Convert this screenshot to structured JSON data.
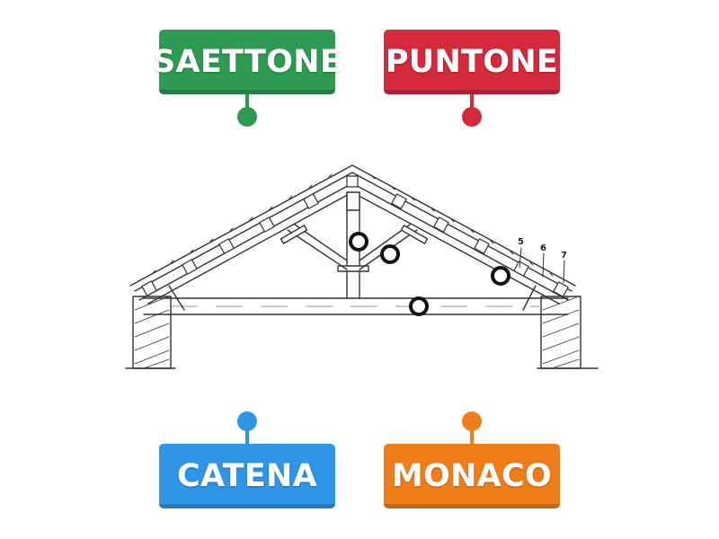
{
  "labels": {
    "saettone": {
      "text": "SAETTONE",
      "color": "#2e9a52"
    },
    "puntone": {
      "text": "PUNTONE",
      "color": "#d42a3c"
    },
    "catena": {
      "text": "CATENA",
      "color": "#2f96e6"
    },
    "monaco": {
      "text": "MONACO",
      "color": "#f07d1a"
    }
  },
  "callout_numbers": [
    "5",
    "6",
    "7"
  ]
}
